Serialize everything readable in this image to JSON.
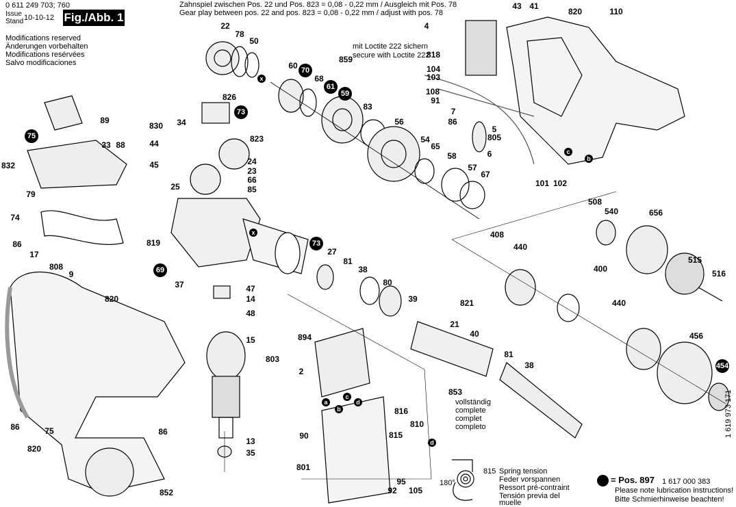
{
  "header": {
    "part_number": "0 611 249 703; 760",
    "issue_label": "Issue",
    "stand_label": "Stand",
    "date": "10-10-12",
    "figure": "Fig./Abb. 1",
    "modifications": [
      "Modifications reserved",
      "Änderungen vorbehalten",
      "Modifications resérvées",
      "Salvo modificaciones"
    ]
  },
  "notes": {
    "gear_play_de": "Zahnspiel zwischen Pos. 22 und Pos. 823  = 0,08 - 0,22 mm / Ausgleich mit Pos. 78",
    "gear_play_en": "Gear play between pos. 22 and pos. 823    = 0,08 - 0,22 mm / adjust with pos. 78",
    "loctite_de": "mit Loctite 222 sichern",
    "loctite_en": "secure with Loctite 222",
    "complete": [
      "vollständig",
      "complete",
      "complet",
      "completo"
    ],
    "spring_number": "815",
    "spring_angle": "180°",
    "spring": [
      "Spring tension",
      "Feder vorspannen",
      "Ressort pré-contraint",
      "Tensión previa del",
      "muelle"
    ],
    "lube_pos": "= Pos. 897",
    "lube_number": "1 617 000 383",
    "lube_en": "Please note lubrication instructions!",
    "lube_de": "Bitte Schmierhinweise beachten!",
    "drawing_number": "1 619 973 171"
  },
  "labels": [
    "22",
    "78",
    "50",
    "60",
    "859",
    "68",
    "826",
    "830",
    "34",
    "44",
    "45",
    "25",
    "823",
    "24",
    "23",
    "66",
    "85",
    "89",
    "33",
    "88",
    "832",
    "79",
    "74",
    "4",
    "818",
    "104",
    "103",
    "108",
    "91",
    "7",
    "86",
    "5",
    "805",
    "6",
    "43",
    "41",
    "820",
    "110",
    "83",
    "56",
    "54",
    "65",
    "58",
    "57",
    "67",
    "101",
    "102",
    "508",
    "540",
    "656",
    "408",
    "440",
    "515",
    "516",
    "400",
    "440",
    "456",
    "819",
    "27",
    "37",
    "81",
    "38",
    "80",
    "39",
    "821",
    "21",
    "40",
    "81",
    "38",
    "853",
    "47",
    "14",
    "48",
    "15",
    "803",
    "13",
    "35",
    "894",
    "2",
    "90",
    "801",
    "816",
    "815",
    "810",
    "95",
    "92",
    "105",
    "86",
    "17",
    "808",
    "9",
    "820",
    "86",
    "86",
    "75",
    "820",
    "852"
  ],
  "lube_points": [
    "70",
    "61",
    "59",
    "73",
    "75",
    "73",
    "69",
    "454"
  ],
  "ref_marks": [
    "x",
    "x",
    "c",
    "b",
    "a",
    "b",
    "c",
    "d",
    "d"
  ]
}
